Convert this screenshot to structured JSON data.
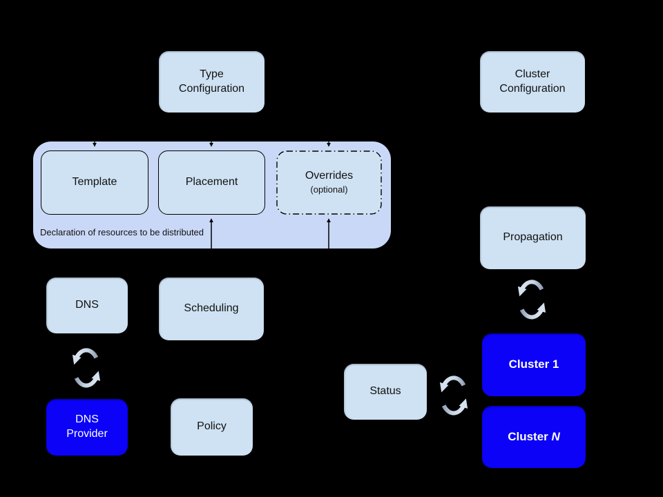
{
  "colors": {
    "background": "#000000",
    "node_fill_light": "#cfe2f3",
    "group_fill": "#c9d8f7",
    "cluster_fill_blue": "#0b02f7",
    "text_dark": "#111111",
    "text_on_blue": "#ffffff",
    "connector": "#000000",
    "sync_icon_light": "#dce6f2",
    "sync_icon_dark": "#93a2b5"
  },
  "diagram": {
    "nodes": {
      "type_configuration": {
        "label": "Type\nConfiguration"
      },
      "cluster_configuration": {
        "label": "Cluster\nConfiguration"
      },
      "template": {
        "label": "Template"
      },
      "placement": {
        "label": "Placement"
      },
      "overrides": {
        "label": "Overrides",
        "sublabel": "(optional)"
      },
      "resource_group": {
        "caption": "Declaration of resources to be distributed"
      },
      "dns": {
        "label": "DNS"
      },
      "scheduling": {
        "label": "Scheduling"
      },
      "dns_provider": {
        "label": "DNS\nProvider"
      },
      "policy": {
        "label": "Policy"
      },
      "propagation": {
        "label": "Propagation"
      },
      "status": {
        "label": "Status"
      },
      "cluster_1": {
        "label": "Cluster 1"
      },
      "cluster_n": {
        "label_prefix": "Cluster ",
        "label_suffix_italic": "N"
      }
    },
    "icons": [
      {
        "name": "sync-icon",
        "meaning": "bidirectional synchronization",
        "between": [
          "dns",
          "dns_provider"
        ]
      },
      {
        "name": "sync-icon",
        "meaning": "bidirectional synchronization",
        "between": [
          "propagation",
          "cluster_1"
        ]
      },
      {
        "name": "sync-icon",
        "meaning": "bidirectional synchronization",
        "between": [
          "status",
          "cluster_1"
        ]
      }
    ],
    "edges": [
      {
        "to": "template",
        "direction": "down",
        "style": "dashed-arrow"
      },
      {
        "to": "placement",
        "direction": "down",
        "style": "dashed-arrow"
      },
      {
        "to": "overrides",
        "direction": "down",
        "style": "dashed-arrow"
      },
      {
        "to": "placement",
        "direction": "up",
        "style": "solid-arrow"
      },
      {
        "to": "overrides",
        "direction": "up",
        "style": "solid-arrow"
      }
    ]
  }
}
